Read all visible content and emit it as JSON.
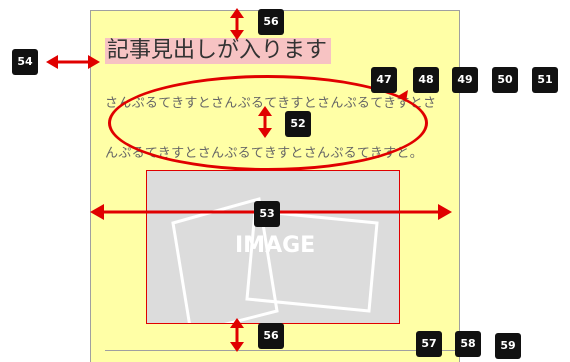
{
  "article": {
    "heading": "記事見出しが入ります",
    "body_line1": "さんぷるてきすとさんぷるてきすとさんぷるてきすとさ",
    "body_line2": "んぷるてきすとさんぷるてきすとさんぷるてきすと。",
    "image_label": "IMAGE"
  },
  "badges": {
    "b54": "54",
    "b56_top": "56",
    "b47": "47",
    "b48": "48",
    "b49": "49",
    "b50": "50",
    "b51": "51",
    "b52": "52",
    "b53": "53",
    "b56_bottom": "56",
    "b57": "57",
    "b58": "58",
    "b59": "59"
  },
  "colors": {
    "card_background": "#ffffa6",
    "heading_highlight": "#f7c3c3",
    "annotation_red": "#e00000",
    "badge_background": "#111111",
    "image_placeholder": "#dcdcdc"
  }
}
